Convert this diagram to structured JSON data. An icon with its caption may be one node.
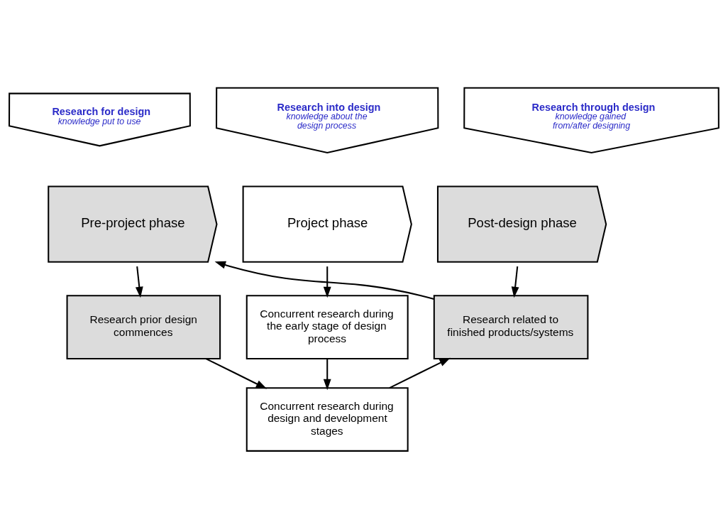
{
  "diagram": {
    "nodes": [
      {
        "text": [
          "Research for design",
          "knowledge put to use"
        ]
      },
      {
        "text": [
          "Research into design",
          "knowledge about the design process"
        ]
      },
      {
        "text": [
          "Research through design",
          "knowledge gained from/after designing"
        ]
      },
      {
        "text": [
          "Pre-project phase"
        ]
      },
      {
        "text": [
          "Project phase"
        ]
      },
      {
        "text": [
          "Post-design phase"
        ]
      },
      {
        "text": [
          "Research prior design commences"
        ]
      },
      {
        "text": [
          "Concurrent research during the early stage of design process"
        ]
      },
      {
        "text": [
          "Research related to finished products/systems"
        ]
      },
      {
        "text": [
          "Concurrent research during design and development stages"
        ]
      }
    ],
    "edges": [
      {
        "from": 8,
        "to": 3,
        "arrow": "to"
      },
      {
        "from": 3,
        "to": 6,
        "arrow": "to"
      },
      {
        "from": 4,
        "to": 7,
        "arrow": "to"
      },
      {
        "from": 5,
        "to": 8,
        "arrow": "to"
      },
      {
        "from": 7,
        "to": 9,
        "arrow": "to"
      },
      {
        "from": 6,
        "to": 9,
        "arrow": "to"
      },
      {
        "from": 9,
        "to": 8,
        "arrow": "to"
      }
    ]
  }
}
